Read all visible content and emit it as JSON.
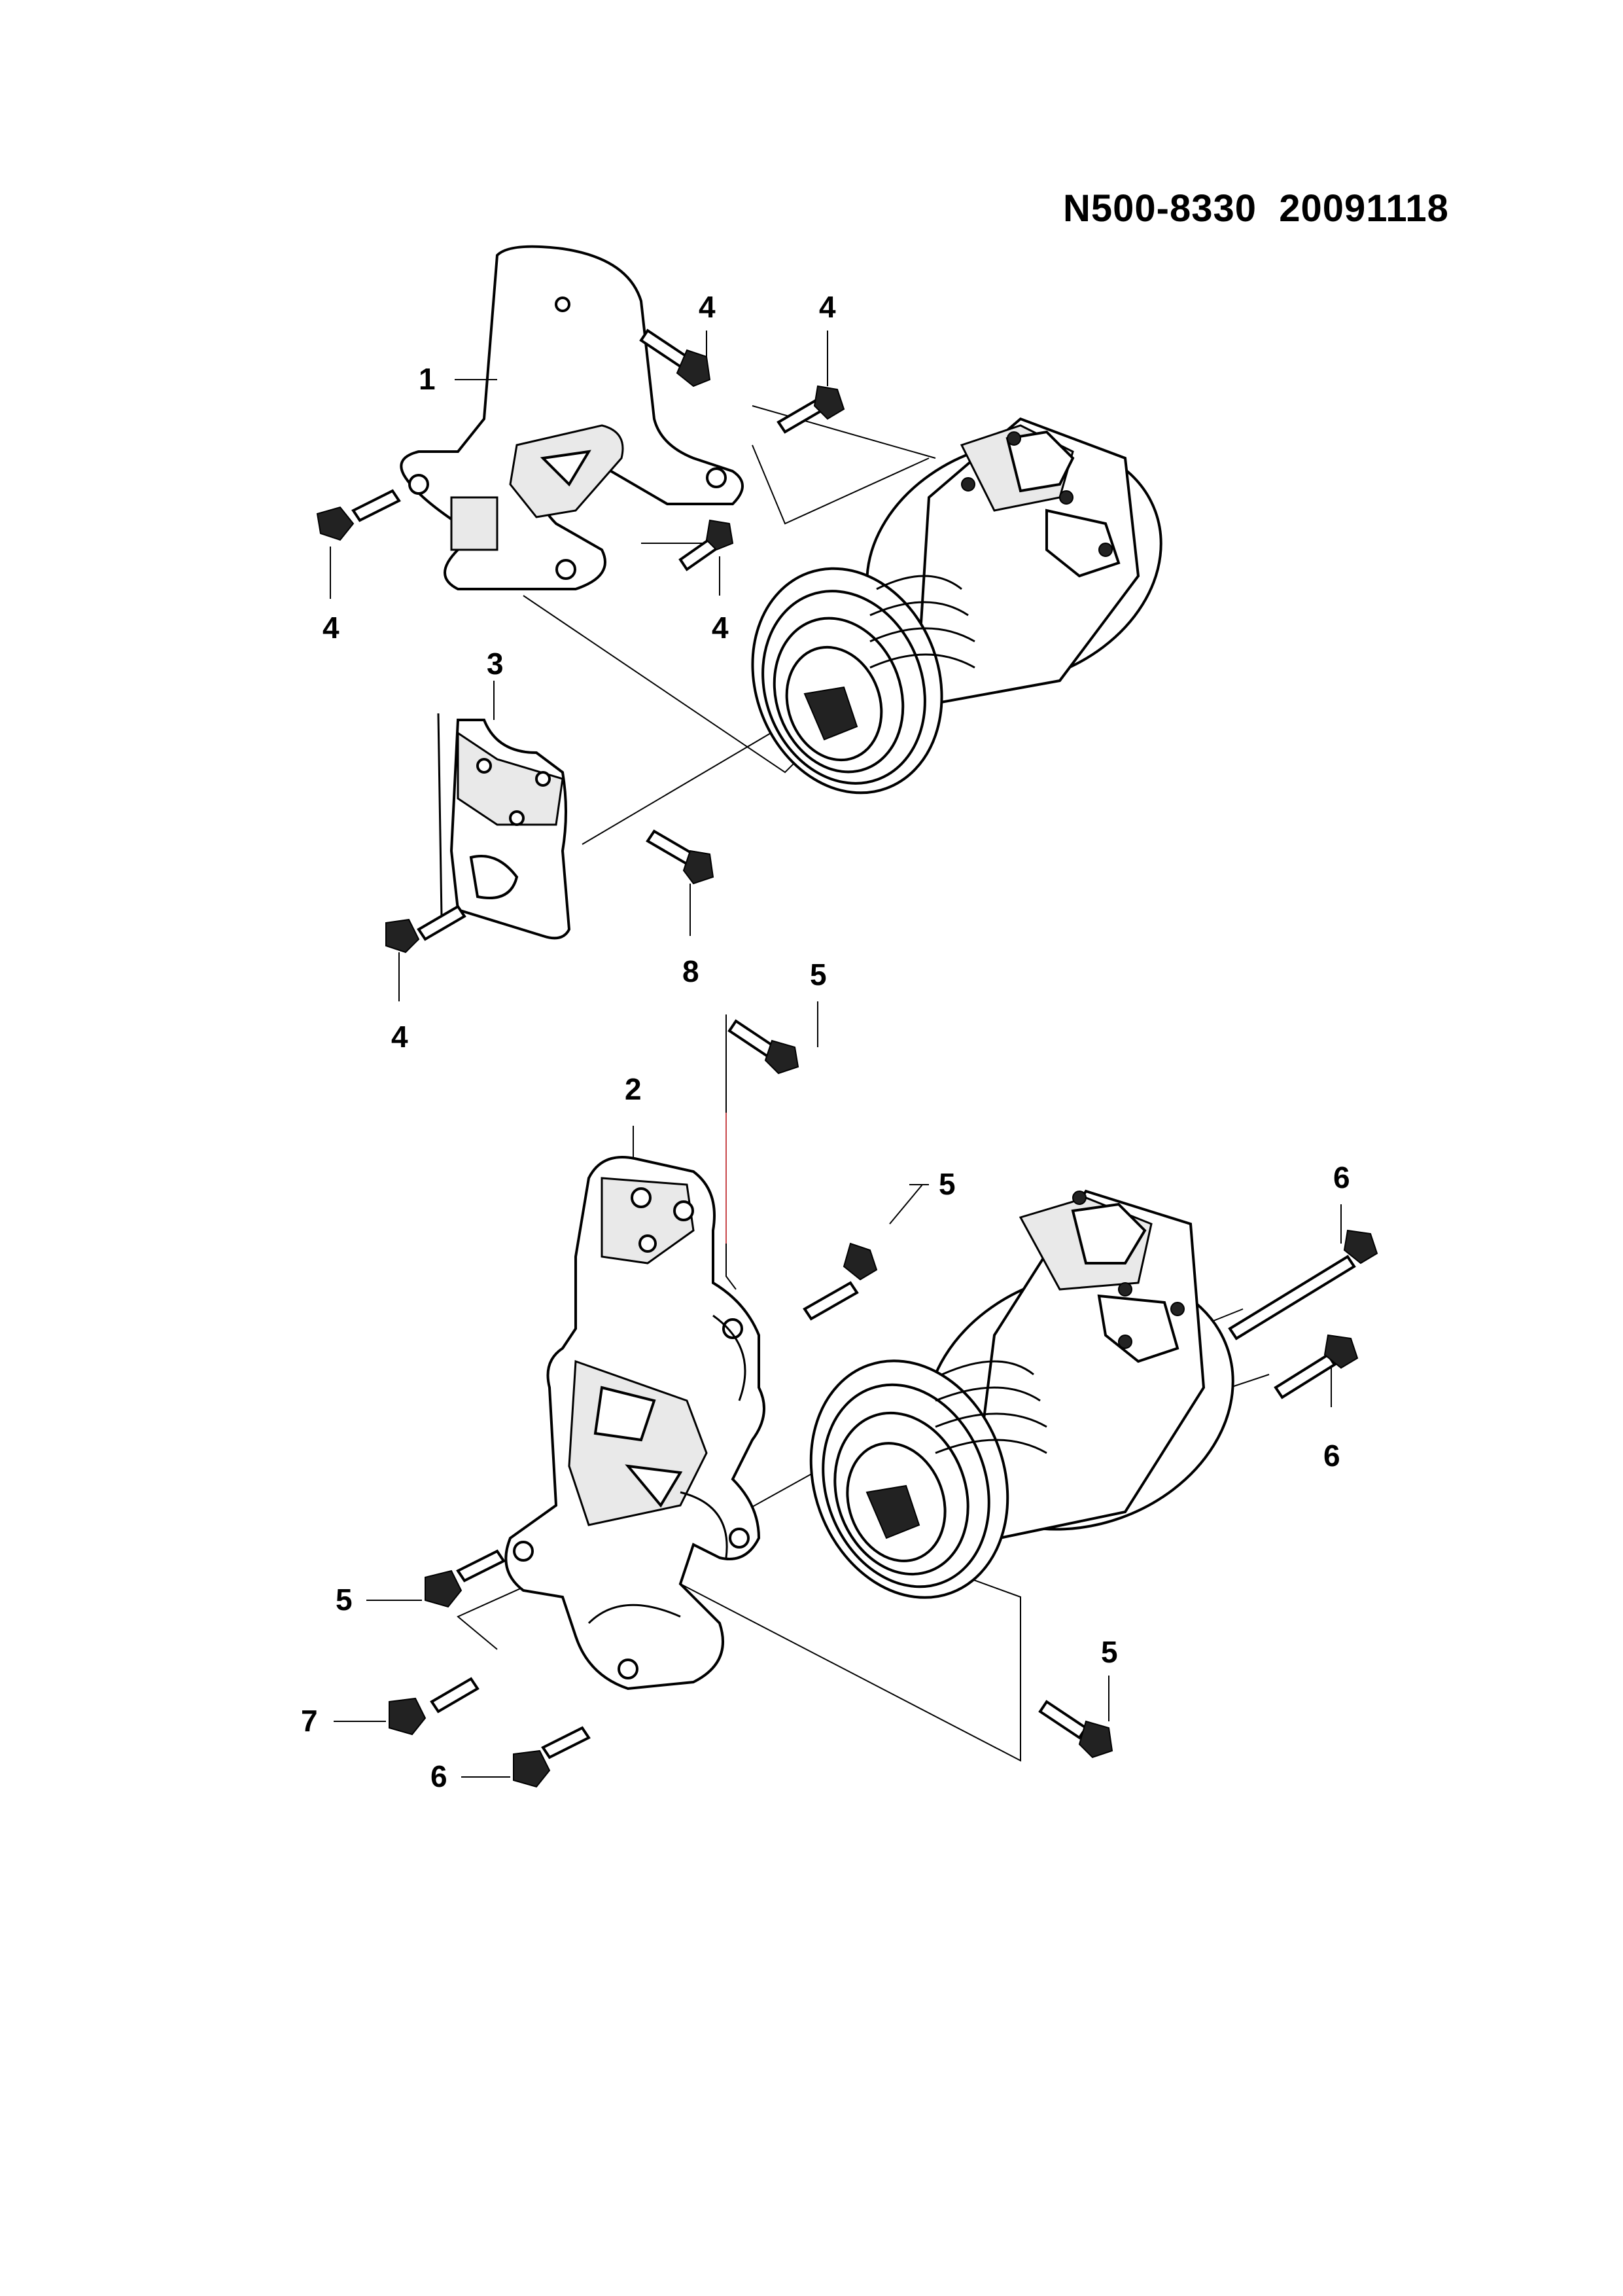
{
  "document": {
    "code": "N500-8330",
    "date": "20091118"
  },
  "callouts": [
    {
      "id": "c1",
      "label": "1"
    },
    {
      "id": "c4a",
      "label": "4"
    },
    {
      "id": "c4b",
      "label": "4"
    },
    {
      "id": "c4c",
      "label": "4"
    },
    {
      "id": "c4d",
      "label": "4"
    },
    {
      "id": "c3",
      "label": "3"
    },
    {
      "id": "c8",
      "label": "8"
    },
    {
      "id": "c4e",
      "label": "4"
    },
    {
      "id": "c5a",
      "label": "5"
    },
    {
      "id": "c2",
      "label": "2"
    },
    {
      "id": "c5b",
      "label": "5"
    },
    {
      "id": "c6a",
      "label": "6"
    },
    {
      "id": "c6b",
      "label": "6"
    },
    {
      "id": "c5c",
      "label": "5"
    },
    {
      "id": "c7",
      "label": "7"
    },
    {
      "id": "c6c",
      "label": "6"
    },
    {
      "id": "c5d",
      "label": "5"
    }
  ]
}
